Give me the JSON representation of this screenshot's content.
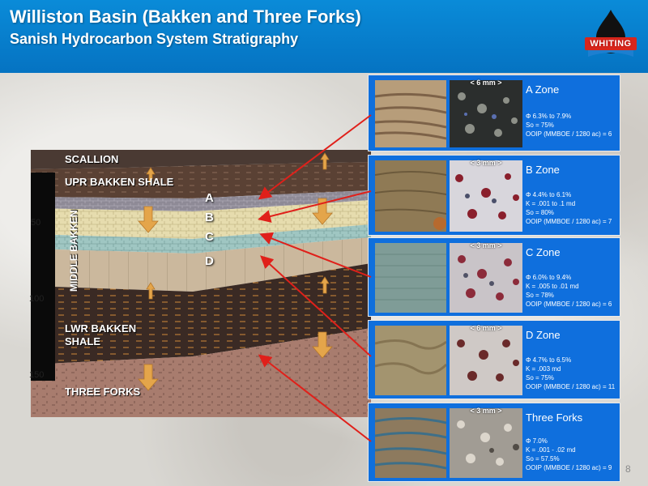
{
  "header": {
    "title": "Williston Basin (Bakken and Three Forks)",
    "subtitle": "Sanish Hydrocarbon System Stratigraphy",
    "logo_text": "WHITING"
  },
  "column": {
    "labels": {
      "scallion": "SCALLION",
      "upr_bakken": "UPR BAKKEN SHALE",
      "middle_bakken": "MIDDLE  BAKKEN",
      "lwr_bakken_1": "LWR BAKKEN",
      "lwr_bakken_2": "SHALE",
      "three_forks": "THREE FORKS"
    },
    "zone_letters": [
      "A",
      "B",
      "C",
      "D"
    ],
    "depths": [
      "50",
      "100",
      "150"
    ]
  },
  "zones": [
    {
      "name": "A Zone",
      "scale": "< 6 mm >",
      "props": [
        "Φ 6.3% to 7.9%",
        "So = 75%",
        "OOIP (MMBOE / 1280 ac) = 6"
      ]
    },
    {
      "name": "B Zone",
      "scale": "< 3 mm >",
      "props": [
        "Φ 4.4% to 6.1%",
        "K = .001 to .1 md",
        "So = 80%",
        "OOIP (MMBOE / 1280 ac) = 7"
      ]
    },
    {
      "name": "C Zone",
      "scale": "< 3 mm >",
      "props": [
        "Φ 6.0% to 9.4%",
        "K = .005 to .01 md",
        "So = 78%",
        "OOIP (MMBOE / 1280 ac) =  6"
      ]
    },
    {
      "name": "D Zone",
      "scale": "< 6 mm >",
      "props": [
        "Φ 4.7% to 6.5%",
        "K = .003 md",
        "So = 75%",
        "OOIP (MMBOE / 1280 ac) = 11"
      ]
    },
    {
      "name": "Three Forks",
      "scale": "< 3 mm >",
      "props": [
        "Φ 7.0%",
        "K = .001 - .02 md",
        "So = 57.5%",
        "OOIP (MMBOE / 1280 ac) =  9"
      ]
    }
  ],
  "page_number": "8",
  "colors": {
    "header_blue": "#0a80d0",
    "panel_blue": "#0f6fdd",
    "arrow_red": "#e0201a",
    "accent_orange": "#e4a54a"
  }
}
